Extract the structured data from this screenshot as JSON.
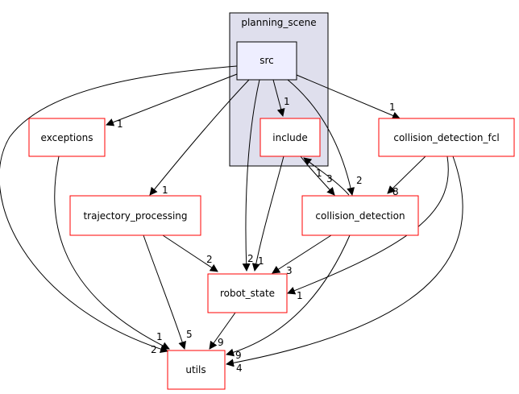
{
  "cluster": {
    "label": "planning_scene",
    "fill": "#dfdfed",
    "stroke": "#000000"
  },
  "nodes": {
    "src": {
      "label": "src",
      "fill": "#eeeeff",
      "stroke": "#000000"
    },
    "include": {
      "label": "include",
      "stroke": "#ff0000"
    },
    "exceptions": {
      "label": "exceptions",
      "stroke": "#ff0000"
    },
    "collision_detection_fcl": {
      "label": "collision_detection_fcl",
      "stroke": "#ff0000"
    },
    "trajectory_processing": {
      "label": "trajectory_processing",
      "stroke": "#ff0000"
    },
    "collision_detection": {
      "label": "collision_detection",
      "stroke": "#ff0000"
    },
    "robot_state": {
      "label": "robot_state",
      "stroke": "#ff0000"
    },
    "utils": {
      "label": "utils",
      "stroke": "#ff0000"
    }
  },
  "edges": [
    {
      "from": "src",
      "to": "include",
      "count": "1"
    },
    {
      "from": "src",
      "to": "exceptions",
      "count": "1"
    },
    {
      "from": "src",
      "to": "collision_detection_fcl",
      "count": "1"
    },
    {
      "from": "src",
      "to": "trajectory_processing",
      "count": "1"
    },
    {
      "from": "src",
      "to": "collision_detection",
      "count": "2"
    },
    {
      "from": "src",
      "to": "robot_state",
      "count": "2"
    },
    {
      "from": "src",
      "to": "utils",
      "count": "2"
    },
    {
      "from": "include",
      "to": "collision_detection",
      "count": "3"
    },
    {
      "from": "include",
      "to": "robot_state",
      "count": "1"
    },
    {
      "from": "collision_detection",
      "to": "include",
      "count": "1"
    },
    {
      "from": "collision_detection",
      "to": "robot_state",
      "count": "3"
    },
    {
      "from": "collision_detection",
      "to": "utils",
      "count": "9"
    },
    {
      "from": "collision_detection_fcl",
      "to": "collision_detection",
      "count": "8"
    },
    {
      "from": "collision_detection_fcl",
      "to": "robot_state",
      "count": "1"
    },
    {
      "from": "collision_detection_fcl",
      "to": "utils",
      "count": "4"
    },
    {
      "from": "exceptions",
      "to": "utils",
      "count": "1"
    },
    {
      "from": "trajectory_processing",
      "to": "robot_state",
      "count": "2"
    },
    {
      "from": "trajectory_processing",
      "to": "utils",
      "count": "5"
    },
    {
      "from": "robot_state",
      "to": "utils",
      "count": "9"
    }
  ]
}
